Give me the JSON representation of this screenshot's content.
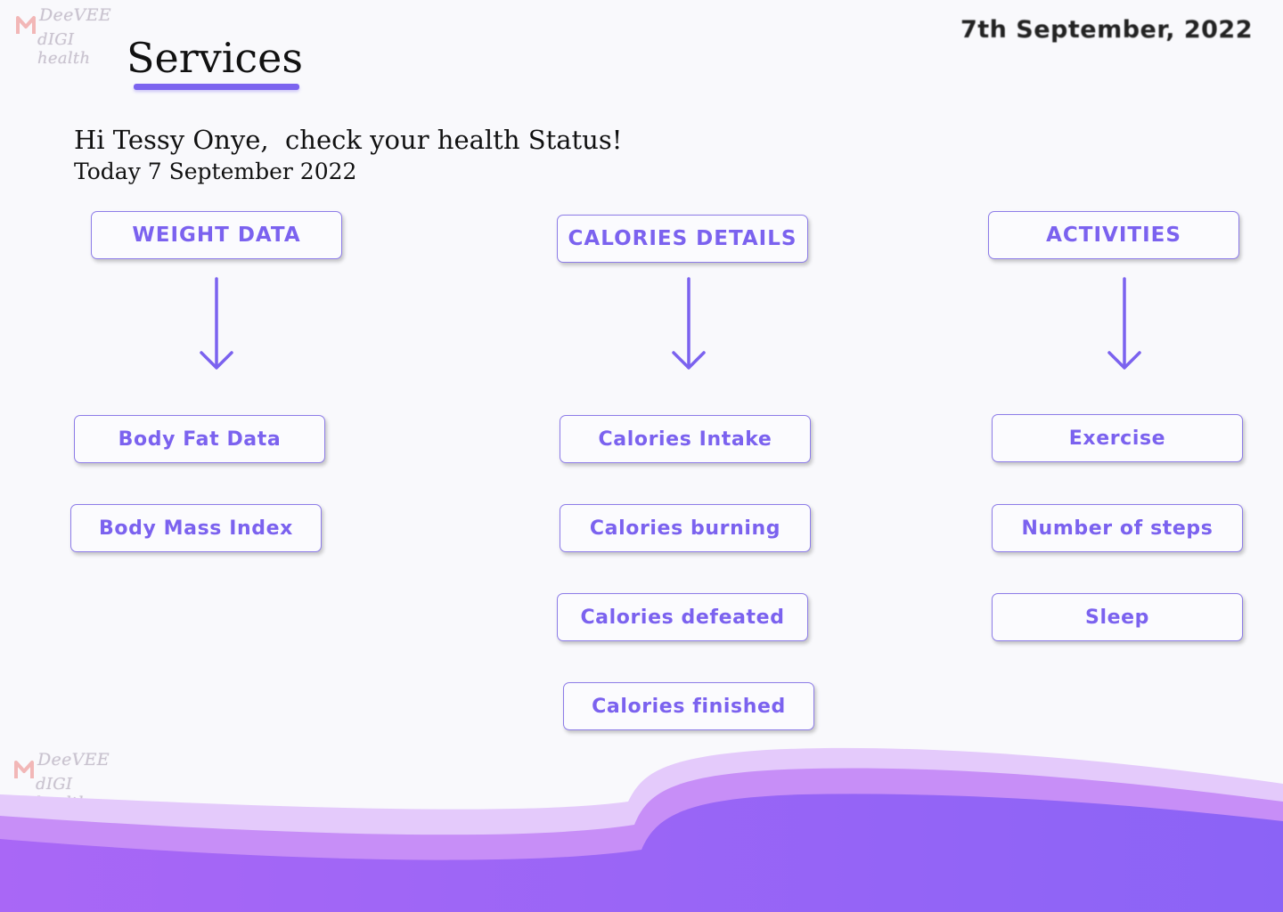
{
  "brand": {
    "line1": "DeeVEE",
    "line2": "dIGI health"
  },
  "header": {
    "date": "7th September, 2022",
    "title": "Services"
  },
  "greeting": {
    "message": "Hi Tessy Onye,  check your health Status!",
    "today": "Today 7 September 2022"
  },
  "columns": {
    "weight": {
      "heading": "WEIGHT DATA",
      "items": [
        "Body Fat Data",
        "Body Mass Index"
      ]
    },
    "calories": {
      "heading": "CALORIES DETAILS",
      "items": [
        "Calories Intake",
        "Calories burning",
        "Calories defeated",
        "Calories finished"
      ]
    },
    "activities": {
      "heading": "ACTIVITIES",
      "items": [
        "Exercise",
        "Number of steps",
        "Sleep"
      ]
    }
  },
  "colors": {
    "accent": "#7b62ef",
    "border": "#8d7ce8",
    "wave_light": "#e4c9fb",
    "wave_mid": "#c48cf7",
    "wave_dark": "#9b62f5"
  }
}
